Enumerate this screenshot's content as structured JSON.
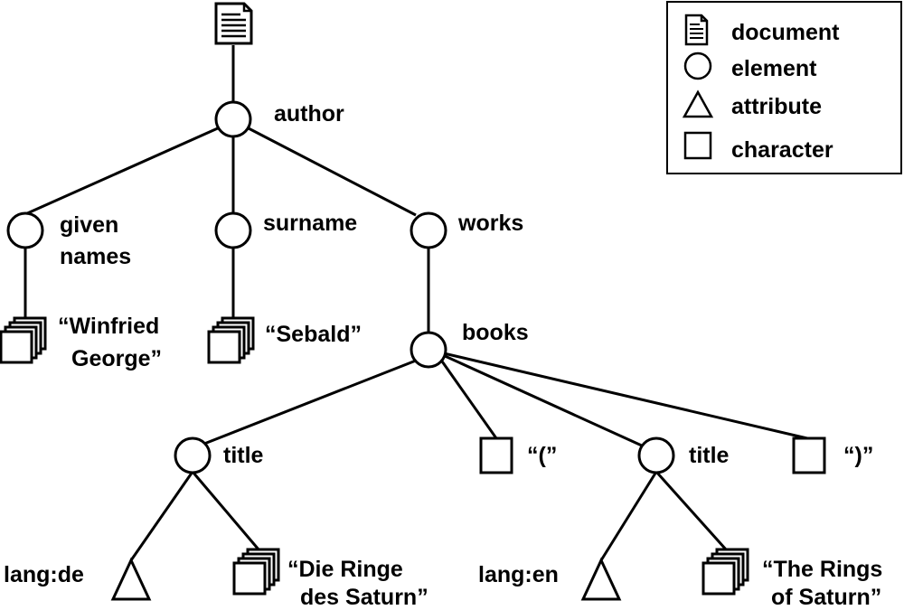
{
  "tree": {
    "root": {
      "type": "document"
    },
    "author": {
      "type": "element",
      "label": "author"
    },
    "given_names": {
      "type": "element",
      "label_lines": [
        "given",
        "names"
      ]
    },
    "given_names_text": {
      "type": "character",
      "label_lines": [
        "“Winfried",
        "George”"
      ]
    },
    "surname": {
      "type": "element",
      "label": "surname"
    },
    "surname_text": {
      "type": "character",
      "label": "“Sebald”"
    },
    "works": {
      "type": "element",
      "label": "works"
    },
    "books": {
      "type": "element",
      "label": "books"
    },
    "title_de": {
      "type": "element",
      "label": "title"
    },
    "lang_de": {
      "type": "attribute",
      "label": "lang:de"
    },
    "title_de_text": {
      "type": "character",
      "label_lines": [
        "“Die Ringe",
        "des Saturn”"
      ]
    },
    "open_paren": {
      "type": "character",
      "label": "“(”"
    },
    "title_en": {
      "type": "element",
      "label": "title"
    },
    "lang_en": {
      "type": "attribute",
      "label": "lang:en"
    },
    "title_en_text": {
      "type": "character",
      "label_lines": [
        "“The Rings",
        "of Saturn”"
      ]
    },
    "close_paren": {
      "type": "character",
      "label": "“)”"
    }
  },
  "legend": {
    "items": [
      {
        "icon": "document-icon",
        "label": "document"
      },
      {
        "icon": "circle-icon",
        "label": "element"
      },
      {
        "icon": "triangle-icon",
        "label": "attribute"
      },
      {
        "icon": "square-icon",
        "label": "character"
      }
    ]
  }
}
